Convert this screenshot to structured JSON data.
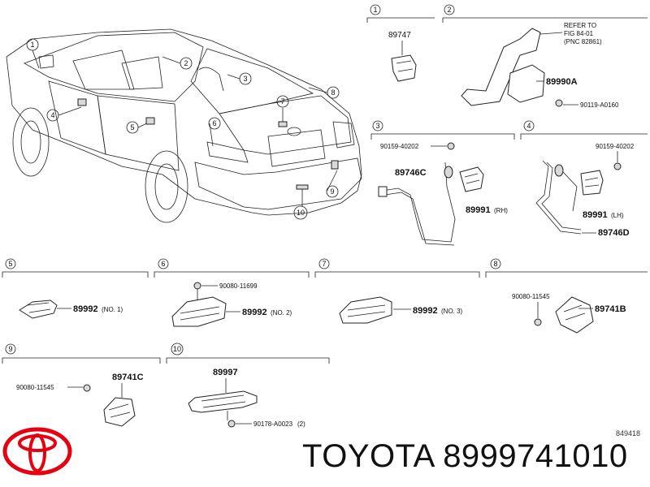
{
  "callouts": [
    "1",
    "2",
    "3",
    "4",
    "5",
    "6",
    "7",
    "8",
    "9",
    "10"
  ],
  "panels": {
    "p1": {
      "num": "1",
      "part": "89747"
    },
    "p2": {
      "num": "2",
      "ref1": "REFER TO",
      "ref2": "FIG 84-01",
      "ref3": "(PNC 82861)",
      "part": "89990A",
      "bolt": "90119-A0160"
    },
    "p3": {
      "num": "3",
      "bolt": "90159-40202",
      "part": "89746C",
      "sensor": "89991",
      "side": "(RH)"
    },
    "p4": {
      "num": "4",
      "bolt": "90159-40202",
      "sensor": "89991",
      "side": "(LH)",
      "part": "89746D"
    },
    "p5": {
      "num": "5",
      "part": "89992",
      "suffix": "(NO. 1)"
    },
    "p6": {
      "num": "6",
      "bolt": "90080-11699",
      "part": "89992",
      "suffix": "(NO. 2)"
    },
    "p7": {
      "num": "7",
      "part": "89992",
      "suffix": "(NO. 3)"
    },
    "p8": {
      "num": "8",
      "bolt": "90080-11545",
      "part": "89741B"
    },
    "p9": {
      "num": "9",
      "bolt": "90080-11545",
      "part": "89741C"
    },
    "p10": {
      "num": "10",
      "part": "89997",
      "bolt": "90178-A0023",
      "qty": "(2)"
    }
  },
  "diagram_code": "849418",
  "brand": {
    "name": "TOYOTA",
    "part_number": "8999741010"
  },
  "colors": {
    "logo": "#e60012",
    "line": "#222222"
  }
}
